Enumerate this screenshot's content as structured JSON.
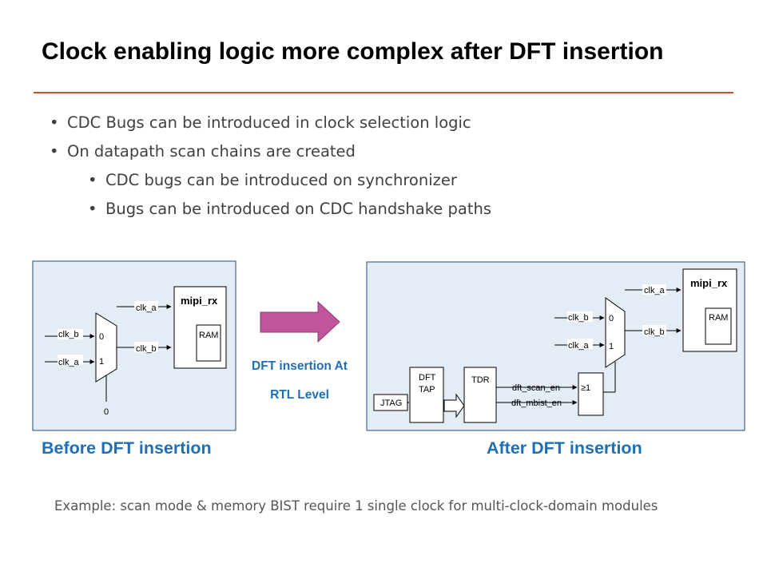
{
  "slide": {
    "title": "Clock enabling logic more complex after DFT insertion",
    "bullets": [
      {
        "text": "CDC Bugs can be introduced in clock selection logic",
        "level": 1
      },
      {
        "text": "On datapath scan chains are created",
        "level": 1
      },
      {
        "text": "CDC bugs can be introduced on synchronizer",
        "level": 2
      },
      {
        "text": "Bugs can be introduced on CDC handshake paths",
        "level": 2
      }
    ],
    "arrow_label_line1": "DFT insertion At",
    "arrow_label_line2": "RTL Level",
    "caption_before": "Before DFT insertion",
    "caption_after": "After DFT insertion",
    "footnote": "Example: scan mode & memory BIST require 1 single clock for multi-clock-domain modules",
    "colors": {
      "accent_rule": "#c5532a",
      "caption": "#1f6fb5",
      "arrow": "#c0559b",
      "panel_bg": "#e4ecf6",
      "panel_border": "#1f4e79"
    }
  },
  "before": {
    "mux_in0": "clk_b",
    "mux_in1": "clk_a",
    "sel0": "0",
    "sel1": "1",
    "select_const": "0",
    "block": "mipi_rx",
    "ram": "RAM",
    "out_a": "clk_a",
    "out_b": "clk_b"
  },
  "after": {
    "mux_in0": "clk_b",
    "mux_in1": "clk_a",
    "sel0": "0",
    "sel1": "1",
    "block": "mipi_rx",
    "ram": "RAM",
    "out_a": "clk_a",
    "out_b": "clk_b",
    "jtag": "JTAG",
    "dft_tap_l1": "DFT",
    "dft_tap_l2": "TAP",
    "tdr": "TDR",
    "scan_en": "dft_scan_en",
    "mbist_en": "dft_mbist_en",
    "or_gate": "≥1"
  }
}
